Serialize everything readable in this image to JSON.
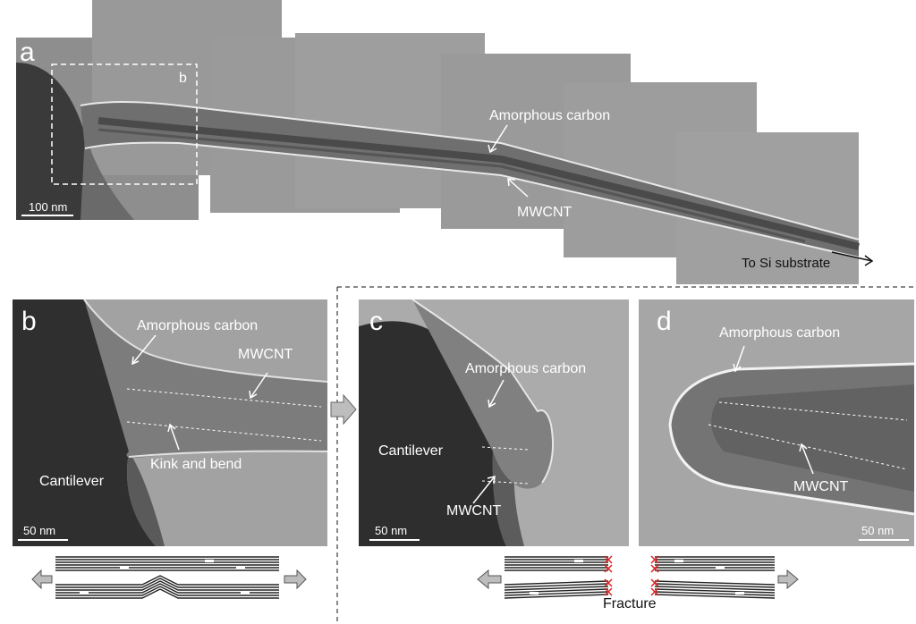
{
  "panel_a": {
    "label": "a",
    "inset_label": "b",
    "amorphous_carbon": "Amorphous carbon",
    "mwcnt": "MWCNT",
    "to_substrate": "To Si substrate",
    "scale_bar": "100 nm"
  },
  "panel_b": {
    "label": "b",
    "amorphous_carbon": "Amorphous carbon",
    "mwcnt": "MWCNT",
    "kink": "Kink and bend",
    "cantilever": "Cantilever",
    "scale_bar": "50 nm"
  },
  "panel_c": {
    "label": "c",
    "amorphous_carbon": "Amorphous carbon",
    "cantilever": "Cantilever",
    "mwcnt": "MWCNT",
    "scale_bar": "50 nm"
  },
  "panel_d": {
    "label": "d",
    "amorphous_carbon": "Amorphous carbon",
    "mwcnt": "MWCNT",
    "scale_bar": "50 nm"
  },
  "schematic": {
    "fracture": "Fracture"
  }
}
